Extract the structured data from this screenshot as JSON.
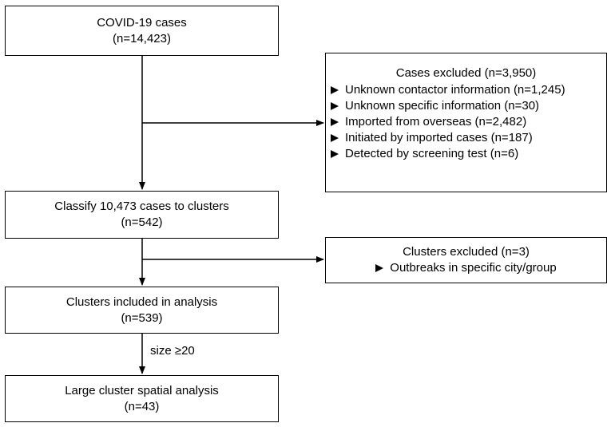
{
  "flowchart": {
    "start": {
      "title": "COVID-19 cases",
      "count": "(n=14,423)"
    },
    "cases_excluded": {
      "title": "Cases excluded (n=3,950)",
      "items": [
        "Unknown contactor information (n=1,245)",
        "Unknown specific information (n=30)",
        "Imported from overseas (n=2,482)",
        "Initiated by imported cases (n=187)",
        "Detected by screening test (n=6)"
      ]
    },
    "classify": {
      "title": "Classify 10,473 cases to clusters",
      "count": "(n=542)"
    },
    "clusters_excluded": {
      "title": "Clusters excluded (n=3)",
      "items": [
        "Outbreaks in specific city/group"
      ]
    },
    "included": {
      "title": "Clusters included in analysis",
      "count": "(n=539)"
    },
    "filter_label": "size ≥20",
    "final": {
      "title": "Large cluster spatial analysis",
      "count": "(n=43)"
    }
  }
}
